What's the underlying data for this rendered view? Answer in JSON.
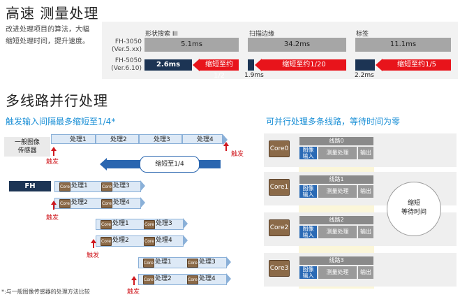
{
  "header": {
    "title": "高速 测量处理"
  },
  "intro": {
    "line1": "改进处理项目的算法，大幅",
    "line2": "缩短处理时间，提升速度。"
  },
  "speed": {
    "columns": [
      "形状搜索 III",
      "扫描边缘",
      "标签"
    ],
    "rows": [
      {
        "model": "FH-3050",
        "ver": "(Ver.5.xx)"
      },
      {
        "model": "FH-5050",
        "ver": "(Ver.6.10)"
      }
    ],
    "old_times": [
      "5.1ms",
      "34.2ms",
      "11.1ms"
    ],
    "new_times": [
      "2.6ms",
      "1.9ms",
      "2.2ms"
    ],
    "reductions": [
      "缩短至约1/2",
      "缩短至约1/20",
      "缩短至约1/5"
    ]
  },
  "section2": {
    "title": "多线路并行处理"
  },
  "left": {
    "subtitle": "触发输入间隔最多缩短至1/4*",
    "sensor_label": "一般图像\n传感器",
    "steps": [
      "处理1",
      "处理2",
      "处理3",
      "处理4"
    ],
    "reduce_label": "缩短至1/4",
    "trigger": "触发",
    "fh_label": "FH",
    "core_chip": "Core",
    "footnote": "*:与一般图像传感器的处理方法比较"
  },
  "right": {
    "subtitle": "可并行处理多条线路，等待时间为零",
    "lanes": [
      {
        "core": "Core0",
        "line": "线路0"
      },
      {
        "core": "Core1",
        "line": "线路1"
      },
      {
        "core": "Core2",
        "line": "线路2"
      },
      {
        "core": "Core3",
        "line": "线路3"
      }
    ],
    "input_label": "图像\n输入",
    "measure_label": "测量处理",
    "output_label": "输出",
    "circle_label": "缩短\n等待时间"
  },
  "colors": {
    "accent_blue": "#1a8fd6",
    "navy": "#1c3454",
    "red": "#e8141b",
    "band_blue": "#2a66b0",
    "core_brown": "#8b6a48"
  }
}
